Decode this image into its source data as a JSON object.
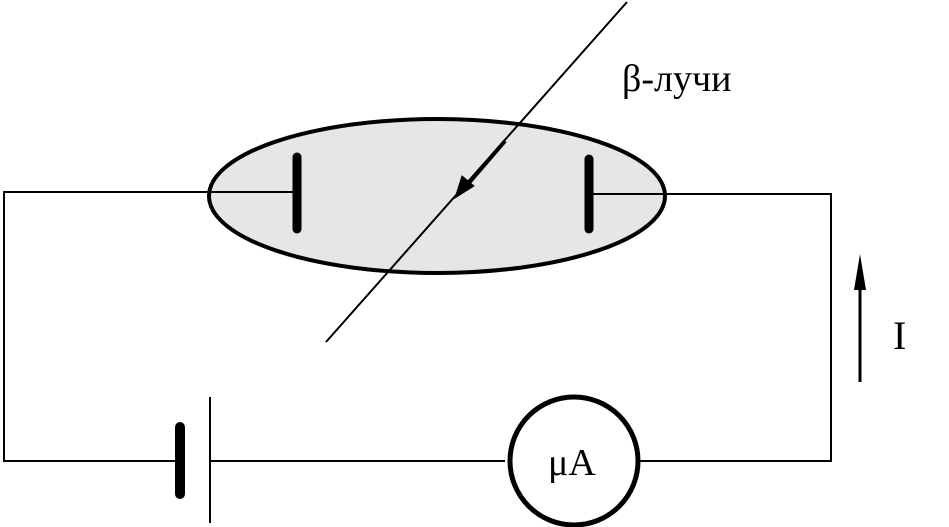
{
  "labels": {
    "beta_rays": "β-лучи",
    "current": "I",
    "microammeter": "μA"
  },
  "colors": {
    "stroke": "#000000",
    "chamber_fill": "#e6e6e6",
    "background": "#ffffff"
  }
}
